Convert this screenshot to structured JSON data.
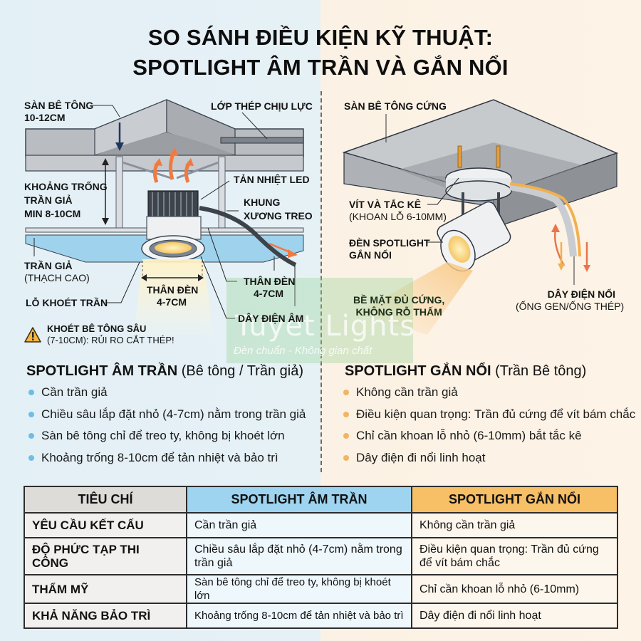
{
  "title": {
    "line1": "SO SÁNH ĐIỀU KIỆN KỸ THUẬT:",
    "line2": "SPOTLIGHT ÂM TRẦN VÀ GẮN NỔI"
  },
  "left_diagram": {
    "labels": {
      "slab_line1": "SÀN BÊ TÔNG",
      "slab_line2": "10-12CM",
      "rebar": "LỚP THÉP CHỊU LỰC",
      "gap_line1": "KHOẢNG TRỐNG",
      "gap_line2": "TRẦN GIẢ",
      "gap_line3": "MIN 8-10CM",
      "heatsink": "TẢN NHIỆT LED",
      "frame_line1": "KHUNG",
      "frame_line2": "XƯƠNG TREO",
      "false_ceiling": "TRẦN GIẢ",
      "false_ceiling_sub": "(THẠCH CAO)",
      "cutout": "LỖ KHOÉT TRẦN",
      "body_center_line1": "THÂN ĐÈN",
      "body_center_line2": "4-7CM",
      "body_right_line1": "THÂN ĐÈN",
      "body_right_line2": "4-7CM",
      "hidden_wire": "DÂY ĐIỆN ÂM"
    },
    "warning": {
      "icon": "warning-triangle-icon",
      "bold": "KHOÉT BÊ TÔNG SÂU",
      "text": "(7-10CM): RỦI RO CẮT THÉP!"
    }
  },
  "right_diagram": {
    "labels": {
      "slab": "SÀN BÊ TÔNG CỨNG",
      "screws": "VÍT VÀ TẮC KÊ",
      "screws_sub": "(KHOAN LỖ 6-10MM)",
      "lamp_line1": "ĐÈN SPOTLIGHT",
      "lamp_line2": "GẮN NỔI",
      "surface_line1": "BỀ MẶT ĐỦ CỨNG,",
      "surface_line2": "KHÔNG RỖ THẤM",
      "wire": "DÂY ĐIỆN NỔI",
      "wire_sub": "(ỐNG GEN/ỐNG THÉP)"
    }
  },
  "watermark": {
    "brand": "Tuyet Lights",
    "slogan": "Đèn chuẩn - Không gian chất"
  },
  "left_section": {
    "heading_bold": "SPOTLIGHT ÂM TRẦN",
    "heading_thin": " (Bê tông / Trần giả)",
    "bullets": [
      "Cần trần giả",
      "Chiều sâu lắp đặt nhỏ (4-7cm) nằm trong trần giả",
      "Sàn bê tông chỉ để treo ty, không bị khoét lớn",
      "Khoảng trống 8-10cm để tản nhiệt và bảo trì"
    ],
    "bullet_color": "#6fbde6"
  },
  "right_section": {
    "heading_bold": "SPOTLIGHT GẮN NỔI",
    "heading_thin": " (Trần Bê tông)",
    "bullets": [
      "Không cần trần giả",
      "Điều kiện quan trọng: Trần đủ cứng để vít bám chắc",
      "Chỉ cần khoan lỗ nhỏ (6-10mm) bắt tắc kê",
      "Dây điện đi nổi linh hoạt"
    ],
    "bullet_color": "#f2b560"
  },
  "table": {
    "headers": [
      "TIÊU CHÍ",
      "SPOTLIGHT ÂM TRẦN",
      "SPOTLIGHT GẮN NỔI"
    ],
    "header_colors": [
      "#dedcd9",
      "#9ed4ef",
      "#f7bf66"
    ],
    "rows": [
      [
        "YÊU CẦU KẾT CẤU",
        "Cần trần giả",
        "Không cần trần giả"
      ],
      [
        "ĐỘ PHỨC TẠP THI CÔNG",
        "Chiều sâu lắp đặt nhỏ (4-7cm) nằm trong trần giả",
        "Điều kiện quan trọng: Trần đủ cứng để vít bám chắc"
      ],
      [
        "THẨM MỸ",
        "Sàn bê tông chỉ để treo ty, không bị khoét lớn",
        "Chỉ cần khoan lỗ nhỏ (6-10mm)"
      ],
      [
        "KHẢ NĂNG BẢO TRÌ",
        "Khoảng trống 8-10cm để tản nhiệt và bảo trì",
        "Dây điện đi nổi linh hoạt"
      ]
    ]
  }
}
